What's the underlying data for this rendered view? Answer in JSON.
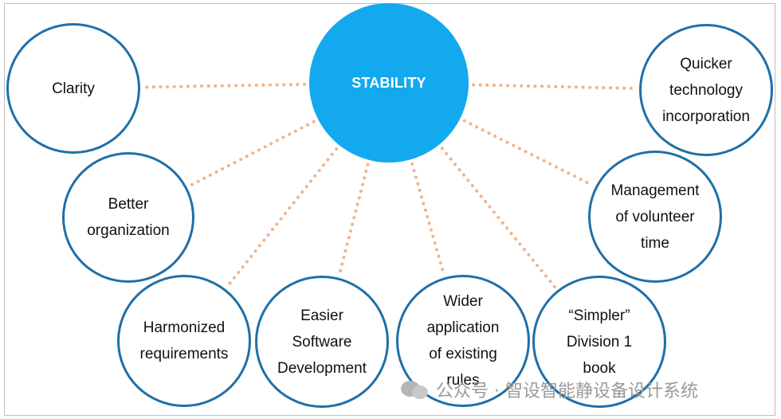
{
  "center": {
    "label": "STABILITY"
  },
  "nodes": [
    {
      "id": "clarity",
      "label": "Clarity"
    },
    {
      "id": "better-organization",
      "label": "Better\norganization"
    },
    {
      "id": "harmonized-requirements",
      "label": "Harmonized\nrequirements"
    },
    {
      "id": "easier-software-development",
      "label": "Easier\nSoftware\nDevelopment"
    },
    {
      "id": "wider-application",
      "label": "Wider\napplication\nof existing\nrules"
    },
    {
      "id": "simpler-division-1-book",
      "label": "“Simpler”\nDivision 1\nbook"
    },
    {
      "id": "management-of-volunteer-time",
      "label": "Management\nof volunteer\ntime"
    },
    {
      "id": "quicker-technology-incorporation",
      "label": "Quicker\ntechnology\nincorporation"
    }
  ],
  "watermark": {
    "text": "公众号 · 智设智能静设备设计系统"
  },
  "colors": {
    "center_fill": "#12a9ee",
    "node_border": "#1f6fa8",
    "connector": "#f0b48a"
  }
}
